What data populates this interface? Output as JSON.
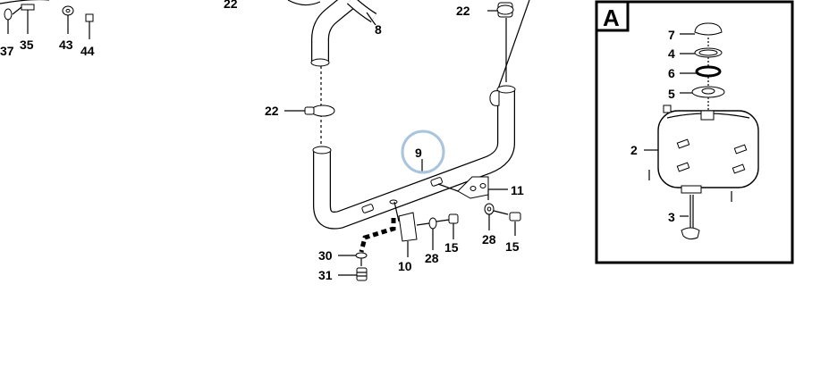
{
  "detail_view": {
    "letter": "A"
  },
  "labels": {
    "p37": "37",
    "p35": "35",
    "p43": "43",
    "p44": "44",
    "p22_top_left": "22",
    "p22_top_right": "22",
    "p22_mid": "22",
    "p8": "8",
    "p9": "9",
    "p11": "11",
    "p10": "10",
    "p28_a": "28",
    "p15_a": "15",
    "p28_b": "28",
    "p15_b": "15",
    "p30": "30",
    "p31": "31",
    "p7": "7",
    "p4": "4",
    "p6": "6",
    "p5": "5",
    "p2": "2",
    "p3": "3"
  },
  "highlight_color": "#a9c4dd"
}
